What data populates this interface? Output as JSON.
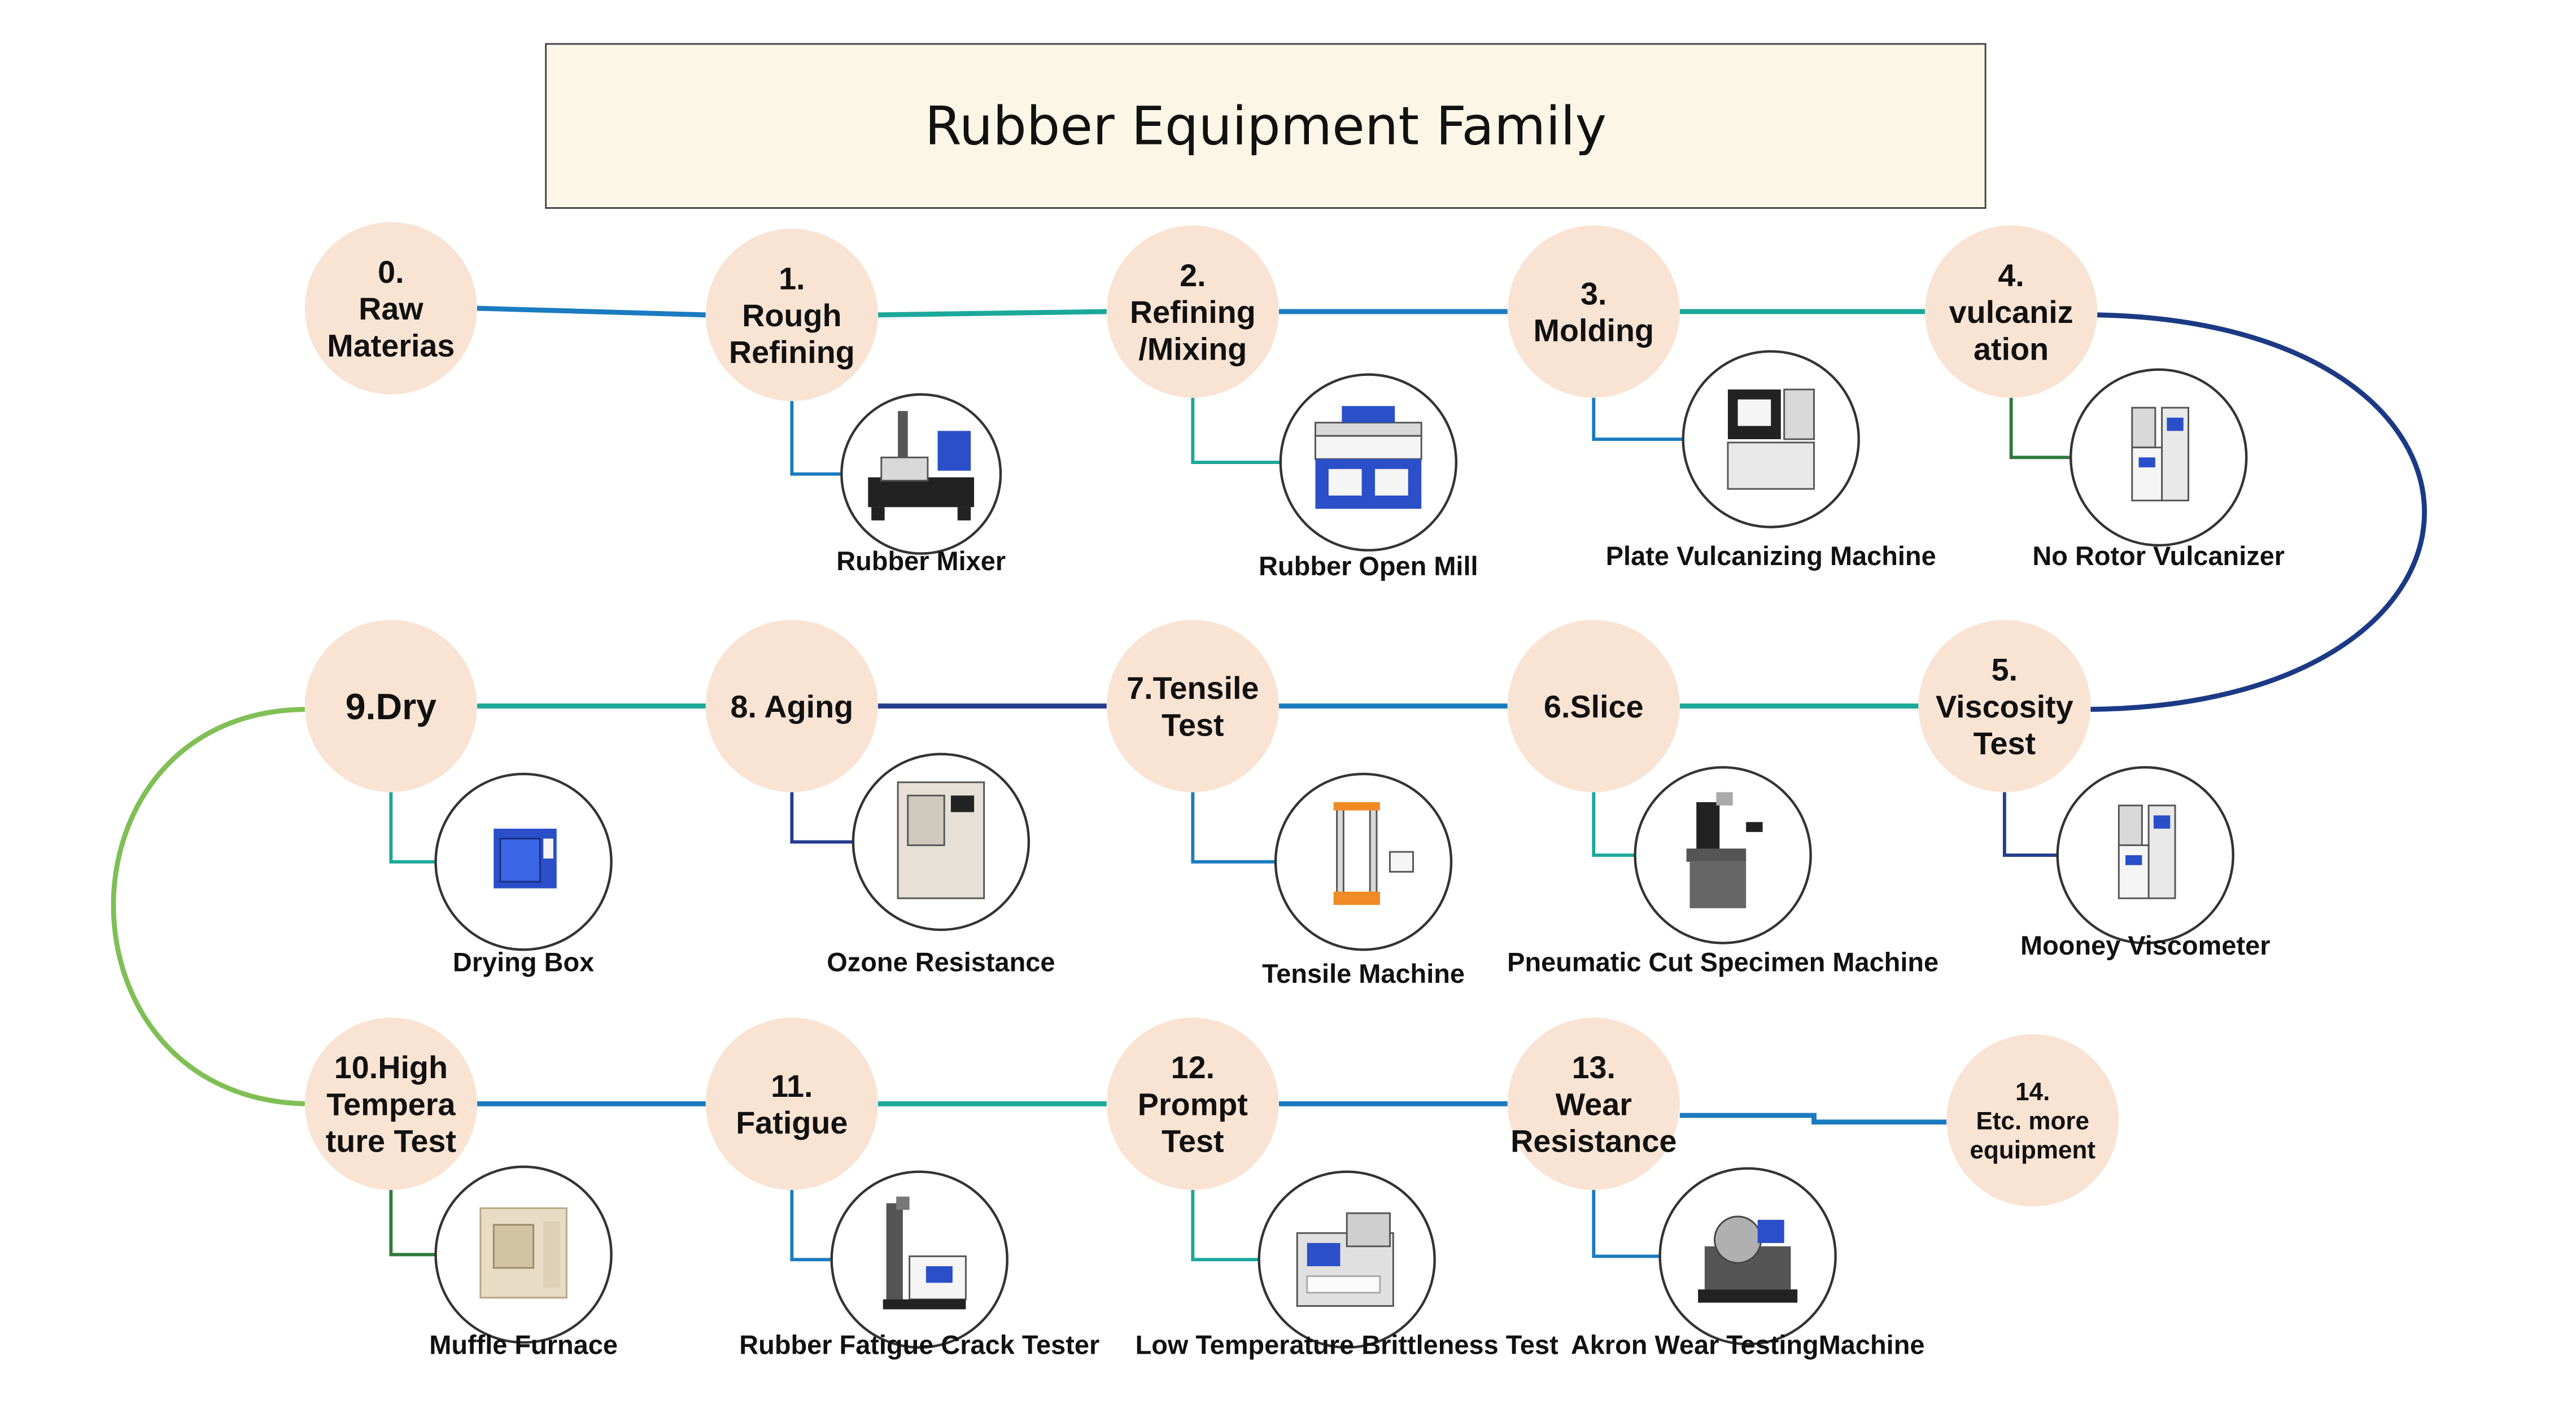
{
  "title": "Rubber Equipment Family",
  "colors": {
    "circle_fill": "#f9e4d4",
    "blue": "#1a7bc0",
    "teal": "#1ba89a",
    "navy": "#233d8c",
    "dark_navy": "#1b3a85",
    "green": "#7fbf55",
    "dark_green": "#2e7a3a",
    "frame": "#333333"
  },
  "steps": [
    {
      "id": "s0",
      "lines": [
        "0.",
        "Raw",
        "Materias"
      ]
    },
    {
      "id": "s1",
      "lines": [
        "1.",
        "Rough",
        "Refining"
      ]
    },
    {
      "id": "s2",
      "lines": [
        "2.",
        "Refining",
        "/Mixing"
      ]
    },
    {
      "id": "s3",
      "lines": [
        "3.",
        "Molding"
      ]
    },
    {
      "id": "s4",
      "lines": [
        "4.",
        "vulcaniz",
        "ation"
      ]
    },
    {
      "id": "s5",
      "lines": [
        "5.",
        "Viscosity",
        "Test"
      ]
    },
    {
      "id": "s6",
      "lines": [
        "6.Slice"
      ]
    },
    {
      "id": "s7",
      "lines": [
        "7.Tensile",
        "Test"
      ]
    },
    {
      "id": "s8",
      "lines": [
        "8. Aging"
      ]
    },
    {
      "id": "s9",
      "lines": [
        "9.Dry"
      ]
    },
    {
      "id": "s10",
      "lines": [
        "10.High",
        "Tempera",
        "ture Test"
      ]
    },
    {
      "id": "s11",
      "lines": [
        "11.",
        "Fatigue"
      ]
    },
    {
      "id": "s12",
      "lines": [
        "12.",
        "Prompt",
        "Test"
      ]
    },
    {
      "id": "s13",
      "lines": [
        "13.",
        "Wear",
        "Resistance"
      ]
    },
    {
      "id": "s14",
      "lines": [
        "14.",
        "Etc. more",
        "equipment"
      ]
    }
  ],
  "equipment": [
    {
      "id": "e1",
      "label": "Rubber Mixer",
      "icon": "mixer-machine-icon"
    },
    {
      "id": "e2",
      "label": "Rubber Open Mill",
      "icon": "open-mill-icon"
    },
    {
      "id": "e3",
      "label": "Plate Vulcanizing Machine",
      "icon": "plate-vulcanizer-icon"
    },
    {
      "id": "e4",
      "label": "No Rotor Vulcanizer",
      "icon": "rotorless-vulcanizer-icon"
    },
    {
      "id": "e5",
      "label": "Mooney Viscometer",
      "icon": "mooney-viscometer-icon"
    },
    {
      "id": "e6",
      "label": "Pneumatic Cut Specimen Machine",
      "icon": "pneumatic-cutter-icon"
    },
    {
      "id": "e7",
      "label": "Tensile Machine",
      "icon": "tensile-machine-icon"
    },
    {
      "id": "e8",
      "label": "Ozone Resistance",
      "icon": "ozone-chamber-icon"
    },
    {
      "id": "e9",
      "label": "Drying Box",
      "icon": "drying-oven-icon"
    },
    {
      "id": "e10",
      "label": "Muffle Furnace",
      "icon": "muffle-furnace-icon"
    },
    {
      "id": "e11",
      "label": "Rubber Fatigue Crack Tester",
      "icon": "fatigue-tester-icon"
    },
    {
      "id": "e12",
      "label": "Low Temperature Brittleness Test",
      "icon": "brittleness-tester-icon"
    },
    {
      "id": "e13",
      "label": "Akron Wear TestingMachine",
      "icon": "akron-abrasion-icon"
    }
  ]
}
